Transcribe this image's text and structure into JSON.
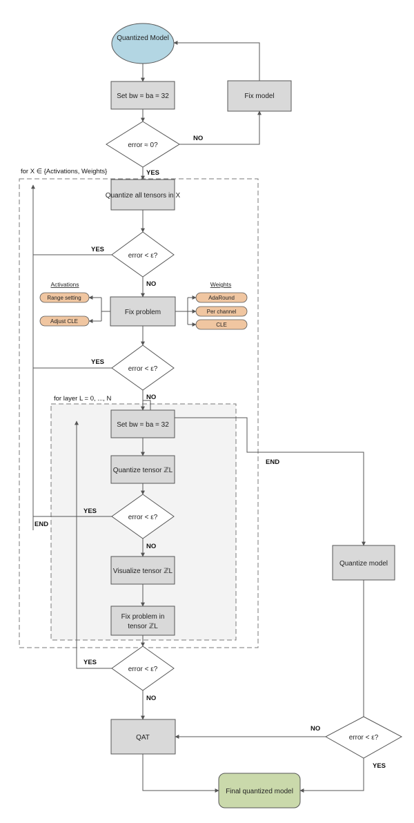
{
  "nodes": {
    "start": "Quantized Model",
    "set_bits_top": "Set bw = ba = 32",
    "fix_model": "Fix model",
    "check_zero": "error ≈ 0?",
    "quantize_all": "Quantize all tensors in X",
    "check_eps1": "error < ε?",
    "fix_problem": "Fix problem",
    "check_eps2": "error < ε?",
    "set_bits_inner": "Set bw = ba = 32",
    "quantize_tensor": "Quantize tensor ℤL",
    "check_eps3": "error < ε?",
    "visualize_tensor": "Visualize tensor ℤL",
    "fix_problem_tensor_line1": "Fix problem in",
    "fix_problem_tensor_line2": "tensor ℤL",
    "check_eps4": "error < ε?",
    "qat": "QAT",
    "final": "Final quantized model",
    "quantize_model": "Quantize model",
    "check_eps5": "error < ε?"
  },
  "activations": {
    "header": "Activations",
    "items": [
      "Range setting",
      "Adjust CLE"
    ]
  },
  "weights": {
    "header": "Weights",
    "items": [
      "AdaRound",
      "Per channel",
      "CLE"
    ]
  },
  "loops": {
    "outer": "for X ∈ {Activations, Weights}",
    "inner": "for layer L = 0, ..., N"
  },
  "edge_labels": {
    "no_fix_model": "NO",
    "yes_top": "YES",
    "yes_eps1": "YES",
    "no_eps1": "NO",
    "yes_eps2": "YES",
    "no_eps2": "NO",
    "end_right": "END",
    "yes_eps3": "YES",
    "end_left": "END",
    "no_eps3": "NO",
    "yes_eps4": "YES",
    "no_eps4": "NO",
    "no_eps5": "NO",
    "yes_eps5": "YES"
  },
  "colors": {
    "start_fill": "#b3d6e3",
    "process_fill": "#d9d9d9",
    "pill_fill": "#f0c6a1",
    "final_fill": "#cad9ab",
    "inner_loop_fill": "#f3f3f3"
  }
}
